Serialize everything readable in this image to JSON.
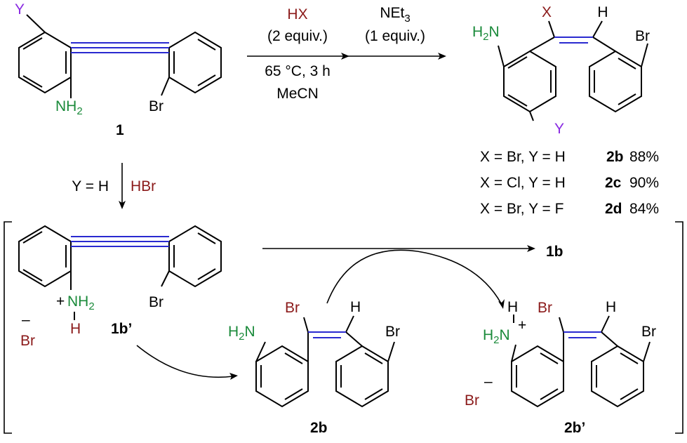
{
  "colors": {
    "amine_green": "#1a8a3a",
    "substituent_purple": "#8a2be2",
    "halide_red": "#8b1a1a",
    "alkyne_blue": "#2a2ad0",
    "bond_black": "#000000"
  },
  "atoms": {
    "Y": "Y",
    "NH": "NH",
    "H": "H",
    "two": "2",
    "three": "3",
    "Br": "Br",
    "X": "X",
    "N": "N",
    "plus": "+",
    "minus": "–"
  },
  "compounds": {
    "c1": "1",
    "c1b": "1b",
    "c1b_prime": "1b’",
    "c2b": "2b",
    "c2b_prime": "2b’"
  },
  "conditions": {
    "reagent_hx": "HX",
    "hx_equiv": "(2 equiv.)",
    "temperature_time": "65 °C, 3 h",
    "solvent": "MeCN",
    "base": "NEt",
    "base_sub": "3",
    "base_equiv": "(1 equiv.)",
    "branch_condition": "Y = H",
    "branch_reagent": "HBr"
  },
  "yields": [
    {
      "condition": "X = Br, Y = H",
      "compound": "2b",
      "yield": "88%"
    },
    {
      "condition": "X = Cl, Y = H",
      "compound": "2c",
      "yield": "90%"
    },
    {
      "condition": "X = Br, Y = F",
      "compound": "2d",
      "yield": "84%"
    }
  ]
}
